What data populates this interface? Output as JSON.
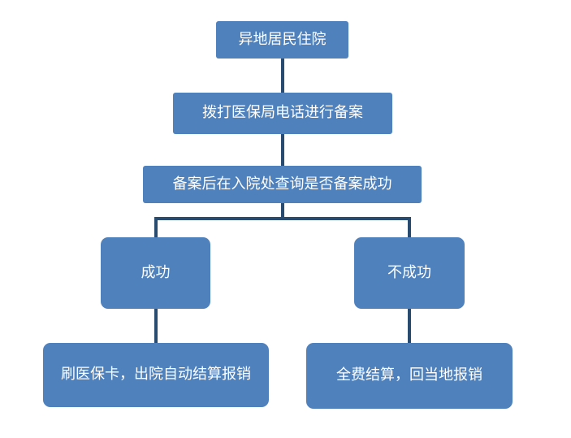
{
  "nodes": {
    "n1": "异地居民住院",
    "n2": "拨打医保局电话进行备案",
    "n3": "备案后在入院处查询是否备案成功",
    "n4": "成功",
    "n5": "不成功",
    "n6": "刷医保卡，出院自动结算报销",
    "n7": "全费结算，回当地报销"
  },
  "edges": [
    {
      "from": "n1",
      "to": "n2"
    },
    {
      "from": "n2",
      "to": "n3"
    },
    {
      "from": "n3",
      "to": "n4"
    },
    {
      "from": "n3",
      "to": "n5"
    },
    {
      "from": "n4",
      "to": "n6"
    },
    {
      "from": "n5",
      "to": "n7"
    }
  ],
  "colors": {
    "node_fill": "#4f81bd",
    "node_text": "#ffffff",
    "connector": "#2a4b70"
  }
}
